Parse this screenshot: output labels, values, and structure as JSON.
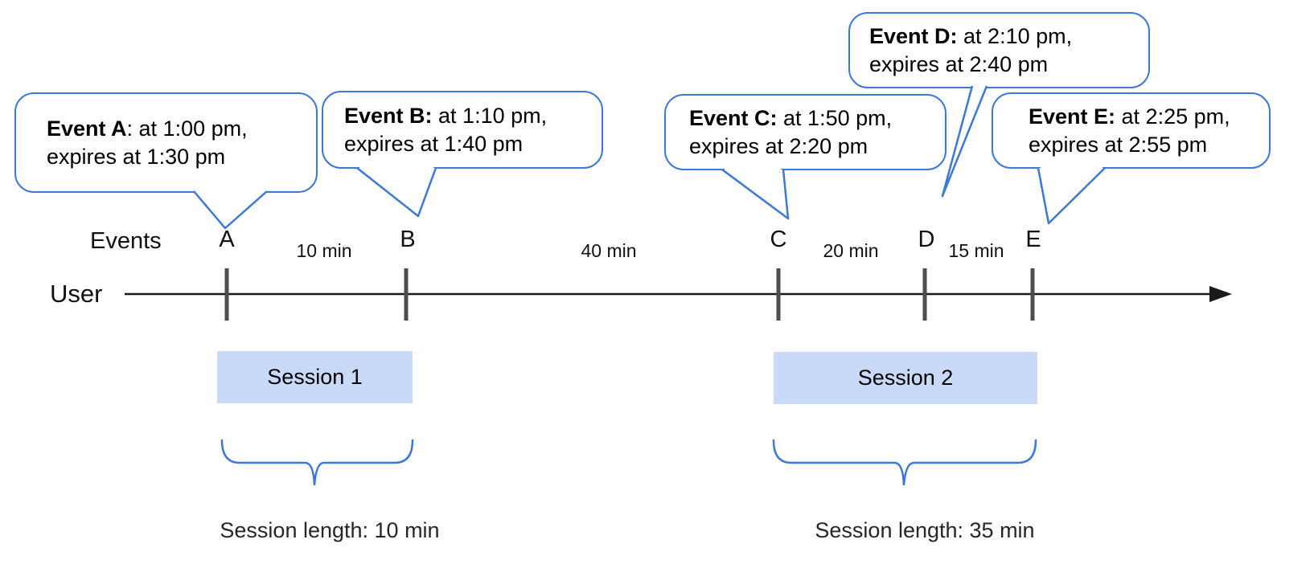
{
  "axis": {
    "events_label": "Events",
    "user_label": "User"
  },
  "events": [
    {
      "letter": "A",
      "bubble": {
        "bold": "Event A",
        "rest": ": at 1:00 pm,",
        "line2": "expires at 1:30 pm"
      }
    },
    {
      "letter": "B",
      "bubble": {
        "bold": "Event B:",
        "rest": " at 1:10 pm,",
        "line2": "expires at 1:40 pm"
      }
    },
    {
      "letter": "C",
      "bubble": {
        "bold": "Event C:",
        "rest": " at 1:50 pm,",
        "line2": "expires at 2:20 pm"
      }
    },
    {
      "letter": "D",
      "bubble": {
        "bold": "Event D:",
        "rest": " at 2:10 pm,",
        "line2": "expires at 2:40 pm"
      }
    },
    {
      "letter": "E",
      "bubble": {
        "bold": "Event E:",
        "rest": " at 2:25 pm,",
        "line2": "expires at 2:55 pm"
      }
    }
  ],
  "gaps": [
    {
      "label": "10 min"
    },
    {
      "label": "40 min"
    },
    {
      "label": "20 min"
    },
    {
      "label": "15 min"
    }
  ],
  "sessions": [
    {
      "label": "Session 1",
      "length_label": "Session length: 10 min"
    },
    {
      "label": "Session 2",
      "length_label": "Session length: 35 min"
    }
  ],
  "colors": {
    "bubble_border": "#3c78d8",
    "brace": "#3c78d8",
    "session_fill": "#c9daf8",
    "tick": "#4d4d4d",
    "axis_line": "#1a1a1a"
  }
}
